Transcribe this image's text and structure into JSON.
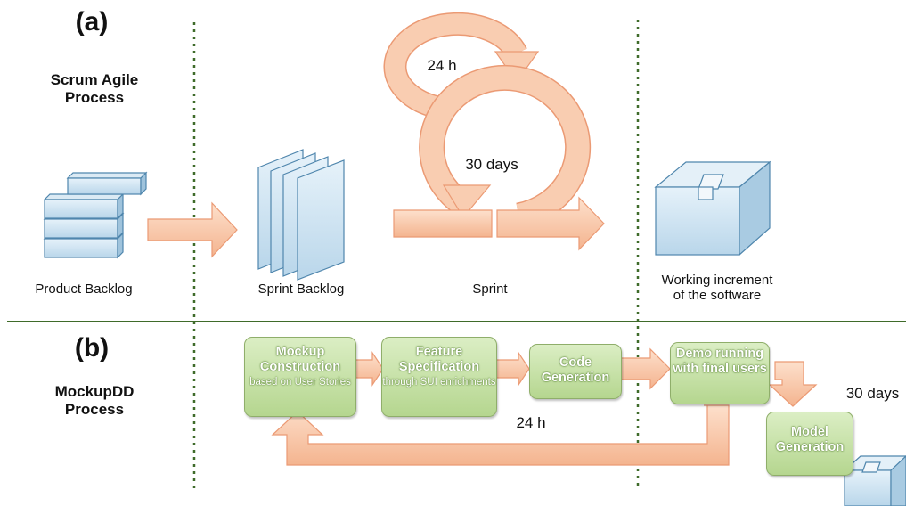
{
  "labels": {
    "part_a": "(a)",
    "part_b": "(b)",
    "scrum_process": "Scrum Agile\nProcess",
    "mockupdd_process": "MockupDD\nProcess",
    "product_backlog": "Product Backlog",
    "sprint_backlog": "Sprint Backlog",
    "sprint": "Sprint",
    "working_increment": "Working increment\nof the software",
    "daily_cycle": "24 h",
    "sprint_cycle": "30 days",
    "mockup_loop": "24 h",
    "mockup_cycle": "30 days"
  },
  "boxes": {
    "mockup": {
      "title": "Mockup\nConstruction",
      "sub": "based on User\nStories"
    },
    "feature": {
      "title": "Feature\nSpecification",
      "sub": "through SUI\nenrichments"
    },
    "code": {
      "title": "Code\nGeneration"
    },
    "demo": {
      "title": "Demo\nrunning with\nfinal users"
    },
    "model": {
      "title": "Model\nGeneration"
    }
  },
  "colors": {
    "arrow_fill": "#f8c8a8",
    "arrow_stroke": "#eb9a74",
    "box_fill": "#c6e0a6",
    "box_border": "#8fae6a",
    "divider": "#3f6b2a",
    "icon_fill": "#c8e0ef",
    "icon_stroke": "#4f86ad"
  }
}
